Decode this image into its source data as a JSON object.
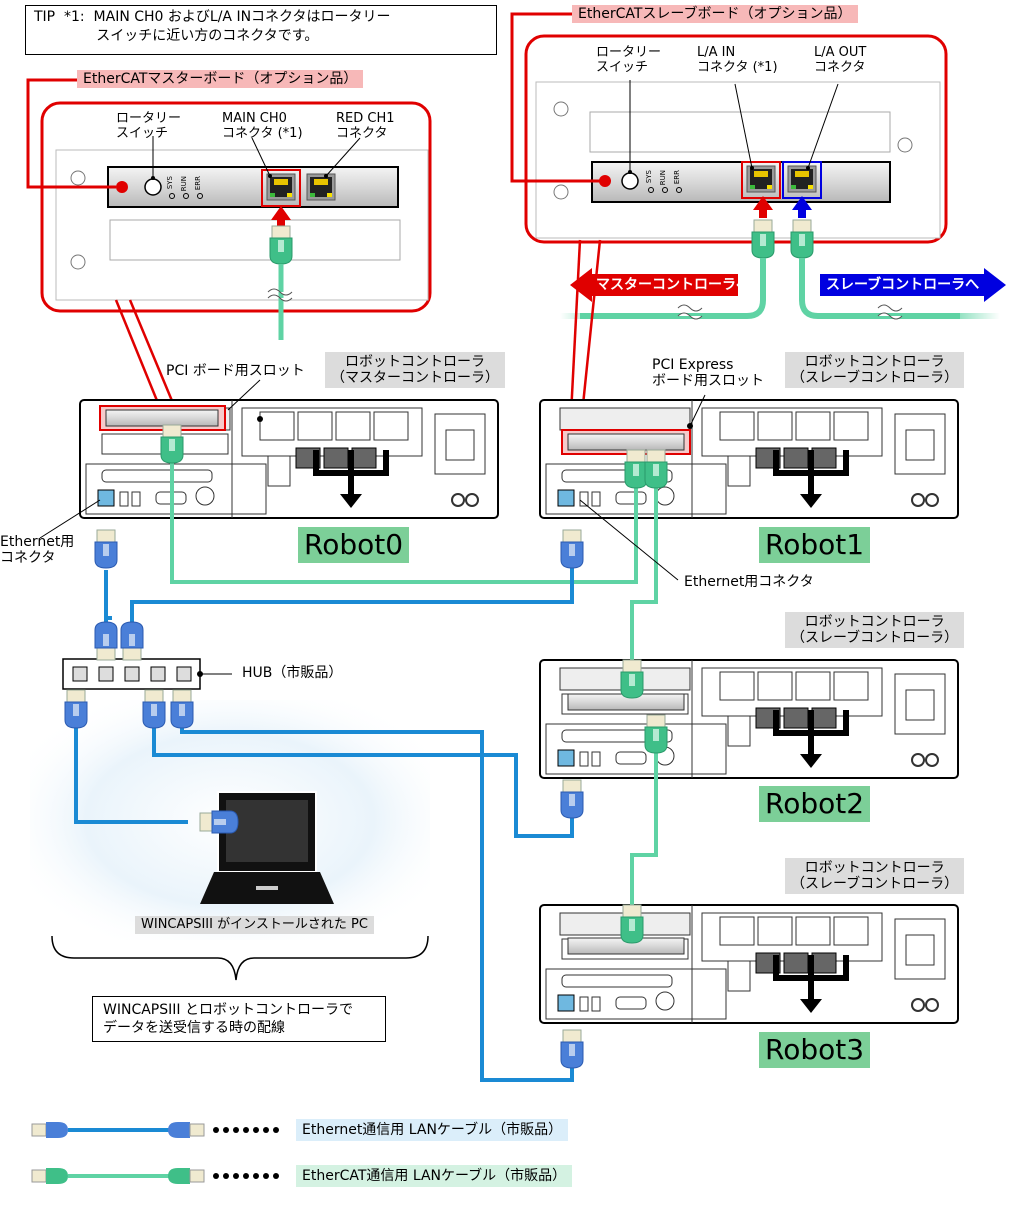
{
  "tip": {
    "line1": "TIP  *1:  MAIN CH0 およびL/A INコネクタはロータリー",
    "line2": "              スイッチに近い方のコネクタです。"
  },
  "master_board": {
    "title": "EtherCATマスターボード（オプション品）",
    "rotary_label": "ロータリー\nスイッチ",
    "main_ch0_label": "MAIN CH0\nコネクタ (*1)",
    "red_ch1_label": "RED CH1\nコネクタ",
    "leds": [
      "SYS",
      "RUN",
      "ERR"
    ]
  },
  "slave_board": {
    "title": "EtherCATスレーブボード（オプション品）",
    "rotary_label": "ロータリー\nスイッチ",
    "la_in_label": "L/A IN\nコネクタ (*1)",
    "la_out_label": "L/A OUT\nコネクタ",
    "leds": [
      "SYS",
      "RUN",
      "ERR"
    ]
  },
  "arrows": {
    "to_master": "マスターコントローラへ",
    "to_slave": "スレーブコントローラへ"
  },
  "controllers": [
    {
      "slot_label": "PCI ボード用スロット",
      "title": "ロボットコントローラ\n（マスターコントローラ）",
      "robot": "Robot0"
    },
    {
      "slot_label": "PCI Express\nボード用スロット",
      "title": "ロボットコントローラ\n（スレーブコントローラ）",
      "robot": "Robot1"
    },
    {
      "title": "ロボットコントローラ\n（スレーブコントローラ）",
      "robot": "Robot2"
    },
    {
      "title": "ロボットコントローラ\n（スレーブコントローラ）",
      "robot": "Robot3"
    }
  ],
  "ethernet_connector_label_left": "Ethernet用\nコネクタ",
  "ethernet_connector_label_right": "Ethernet用コネクタ",
  "hub_label": "HUB（市販品）",
  "pc_label": "WINCAPSIII がインストールされた PC",
  "wiring_note": "WINCAPSIII とロボットコントローラで\nデータを送受信する時の配線",
  "legend": [
    {
      "label": "Ethernet通信用 LANケーブル（市販品）",
      "color": "#1a8ad4",
      "bg": "#dbeefa"
    },
    {
      "label": "EtherCAT通信用 LANケーブル（市販品）",
      "color": "#5fd3a4",
      "bg": "#d4f2e2"
    }
  ],
  "colors": {
    "accent_red": "#e00000",
    "ethernet_blue": "#1a8ad4",
    "ethercat_green": "#5fd3a4",
    "robot_label_green": "#7ccf98"
  }
}
